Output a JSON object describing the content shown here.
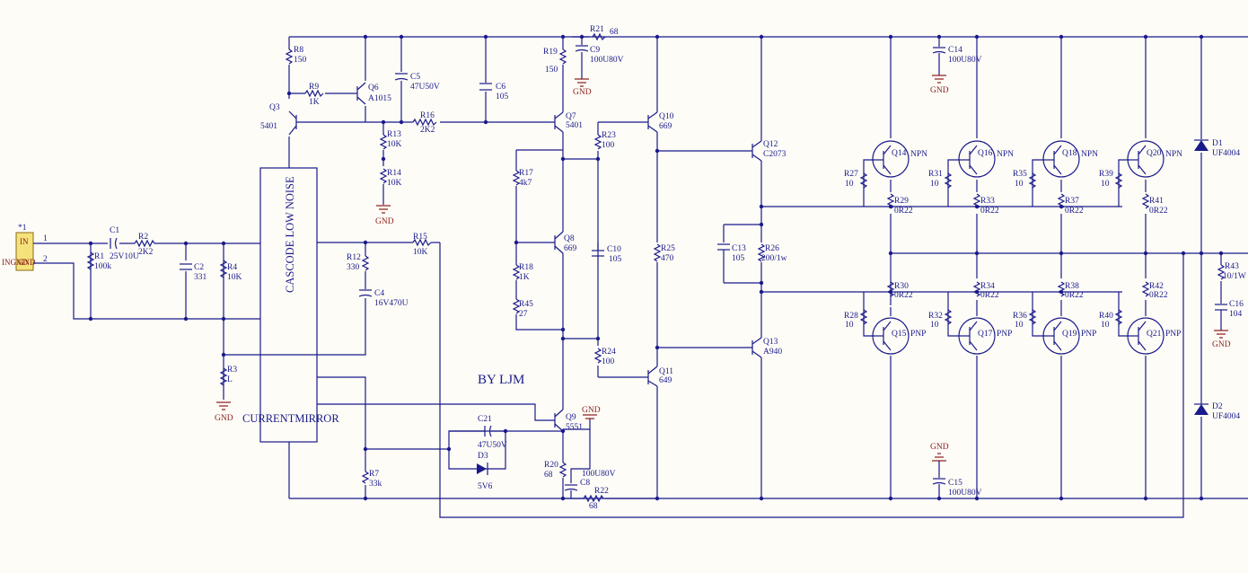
{
  "block_labels": {
    "cascode": "CASCODE LOW NOISE",
    "mirror": "CURRENTMIRROR",
    "author": "BY LJM"
  },
  "connector": {
    "ref": "*1",
    "pin1": "IN",
    "pin2": "GND",
    "side_label": "INGND",
    "num1": "1",
    "num2": "2"
  },
  "gnd_label": "GND",
  "components": [
    {
      "ref": "C1",
      "value": "25V10U"
    },
    {
      "ref": "R1",
      "value": "100k"
    },
    {
      "ref": "R2",
      "value": "2K2"
    },
    {
      "ref": "C2",
      "value": "331"
    },
    {
      "ref": "R4",
      "value": "10K"
    },
    {
      "ref": "R3",
      "value": "L"
    },
    {
      "ref": "R8",
      "value": "150"
    },
    {
      "ref": "Q3",
      "value": "5401"
    },
    {
      "ref": "R9",
      "value": "1K"
    },
    {
      "ref": "Q6",
      "value": "A1015"
    },
    {
      "ref": "C5",
      "value": "47U50V"
    },
    {
      "ref": "R13",
      "value": "10K"
    },
    {
      "ref": "R14",
      "value": "10K"
    },
    {
      "ref": "R16",
      "value": "2K2"
    },
    {
      "ref": "C6",
      "value": "105"
    },
    {
      "ref": "R12",
      "value": "330"
    },
    {
      "ref": "C4",
      "value": "16V470U"
    },
    {
      "ref": "R15",
      "value": "10K"
    },
    {
      "ref": "R7",
      "value": "33k"
    },
    {
      "ref": "R19",
      "value": "150"
    },
    {
      "ref": "C9",
      "value": "100U80V"
    },
    {
      "ref": "R21",
      "value": "68"
    },
    {
      "ref": "Q7",
      "value": "5401"
    },
    {
      "ref": "R17",
      "value": "4k7"
    },
    {
      "ref": "Q8",
      "value": "669"
    },
    {
      "ref": "R18",
      "value": "1K"
    },
    {
      "ref": "R45",
      "value": "27"
    },
    {
      "ref": "C21",
      "value": "47U50V"
    },
    {
      "ref": "D3",
      "value": "5V6"
    },
    {
      "ref": "Q9",
      "value": "5551"
    },
    {
      "ref": "R20",
      "value": "68"
    },
    {
      "ref": "C8",
      "value": "100U80V"
    },
    {
      "ref": "R22",
      "value": "68"
    },
    {
      "ref": "R23",
      "value": "100"
    },
    {
      "ref": "R24",
      "value": "100"
    },
    {
      "ref": "C10",
      "value": "105"
    },
    {
      "ref": "Q10",
      "value": "669"
    },
    {
      "ref": "Q11",
      "value": "649"
    },
    {
      "ref": "R25",
      "value": "470"
    },
    {
      "ref": "C13",
      "value": "105"
    },
    {
      "ref": "R26",
      "value": "200/1w"
    },
    {
      "ref": "Q12",
      "value": "C2073"
    },
    {
      "ref": "Q13",
      "value": "A940"
    },
    {
      "ref": "C14",
      "value": "100U80V"
    },
    {
      "ref": "C15",
      "value": "100U80V"
    },
    {
      "ref": "Q14",
      "value": "NPN"
    },
    {
      "ref": "Q16",
      "value": "NPN"
    },
    {
      "ref": "Q18",
      "value": "NPN"
    },
    {
      "ref": "Q20",
      "value": "NPN"
    },
    {
      "ref": "Q15",
      "value": "PNP"
    },
    {
      "ref": "Q17",
      "value": "PNP"
    },
    {
      "ref": "Q19",
      "value": "PNP"
    },
    {
      "ref": "Q21",
      "value": "PNP"
    },
    {
      "ref": "R27",
      "value": "10"
    },
    {
      "ref": "R31",
      "value": "10"
    },
    {
      "ref": "R35",
      "value": "10"
    },
    {
      "ref": "R39",
      "value": "10"
    },
    {
      "ref": "R28",
      "value": "10"
    },
    {
      "ref": "R32",
      "value": "10"
    },
    {
      "ref": "R36",
      "value": "10"
    },
    {
      "ref": "R40",
      "value": "10"
    },
    {
      "ref": "R29",
      "value": "0R22"
    },
    {
      "ref": "R33",
      "value": "0R22"
    },
    {
      "ref": "R37",
      "value": "0R22"
    },
    {
      "ref": "R41",
      "value": "0R22"
    },
    {
      "ref": "R30",
      "value": "0R22"
    },
    {
      "ref": "R34",
      "value": "0R22"
    },
    {
      "ref": "R38",
      "value": "0R22"
    },
    {
      "ref": "R42",
      "value": "0R22"
    },
    {
      "ref": "D1",
      "value": "UF4004"
    },
    {
      "ref": "D2",
      "value": "UF4004"
    },
    {
      "ref": "R43",
      "value": "10/1W"
    },
    {
      "ref": "C16",
      "value": "104"
    }
  ]
}
